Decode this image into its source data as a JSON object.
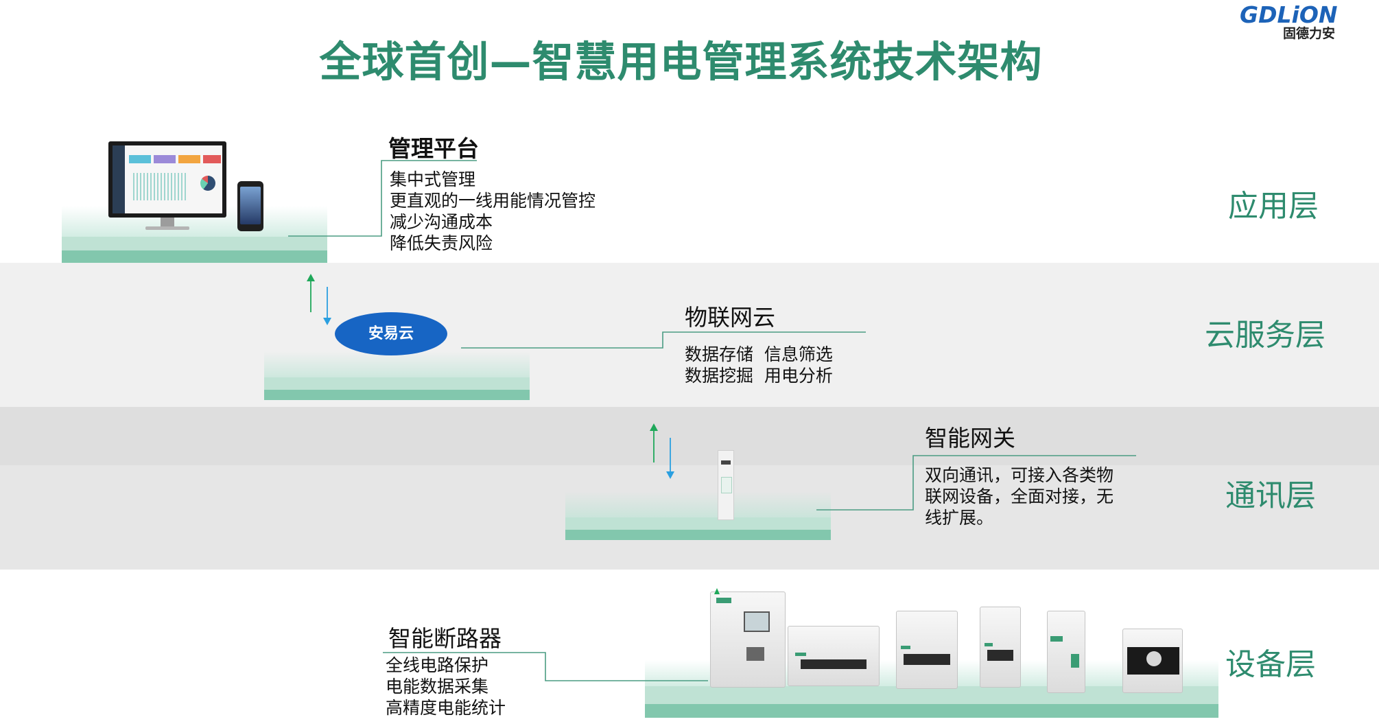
{
  "logo": {
    "brand": "GDLiON",
    "subtitle": "固德力安"
  },
  "title": "全球首创—智慧用电管理系统技术架构",
  "layers": {
    "application": "应用层",
    "cloud": "云服务层",
    "communication": "通讯层",
    "device": "设备层"
  },
  "management_platform": {
    "heading": "管理平台",
    "lines": [
      "集中式管理",
      "更直观的一线用能情况管控",
      "减少沟通成本",
      "降低失责风险"
    ]
  },
  "iot_cloud": {
    "badge": "安易云",
    "heading": "物联网云",
    "lines": [
      "数据存储  信息筛选",
      "数据挖掘  用电分析"
    ]
  },
  "smart_gateway": {
    "heading": "智能网关",
    "lines": [
      "双向通讯，可接入各类物",
      "联网设备，全面对接，无",
      "线扩展。"
    ]
  },
  "smart_breaker": {
    "heading": "智能断路器",
    "lines": [
      "全线电路保护",
      "电能数据采集",
      "高精度电能统计"
    ]
  },
  "colors": {
    "title": "#2e8b6e",
    "platform_top": "#bfe2d4",
    "platform_side": "#82c7ad",
    "leader_line": "#4a9c82",
    "arrow_up": "#1fa85a",
    "arrow_down": "#2a9fe0",
    "cloud_badge": "#1765c4",
    "logo": "#1d63b8"
  }
}
